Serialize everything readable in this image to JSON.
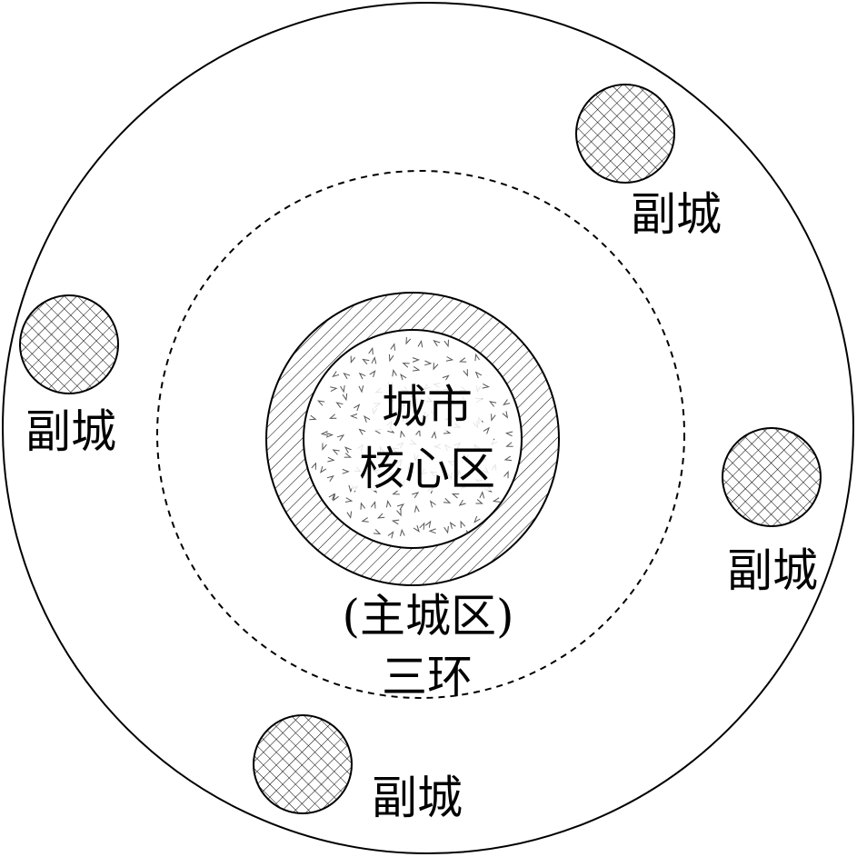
{
  "labels": {
    "core_line1": "城市",
    "core_line2": "核心区",
    "main_city": "(主城区)",
    "third_ring": "三环",
    "satellite": "副城"
  },
  "colors": {
    "stroke": "#000000",
    "background": "#ffffff"
  }
}
